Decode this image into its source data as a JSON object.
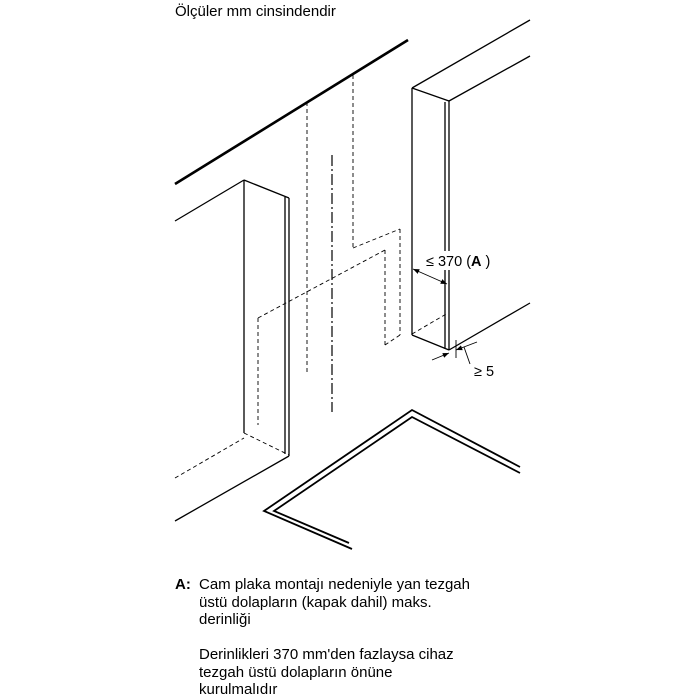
{
  "header": {
    "units_note": "Ölçüler mm cinsindendir"
  },
  "dimensions": {
    "max_depth": {
      "prefix": "≤ 370 (",
      "ref": "A",
      "suffix": " )"
    },
    "min_gap": "≥ 5"
  },
  "legend": {
    "key": "A:",
    "description_lines": [
      "Cam plaka montajı nedeniyle yan tezgah",
      "üstü dolapların (kapak dahil) maks.",
      "derinliği"
    ],
    "note_lines": [
      "Derinlikleri 370 mm'den fazlaysa cihaz",
      "tezgah üstü dolapların önüne",
      "kurulmalıdır"
    ]
  },
  "colors": {
    "line": "#000000",
    "text": "#000000",
    "background": "#ffffff"
  }
}
